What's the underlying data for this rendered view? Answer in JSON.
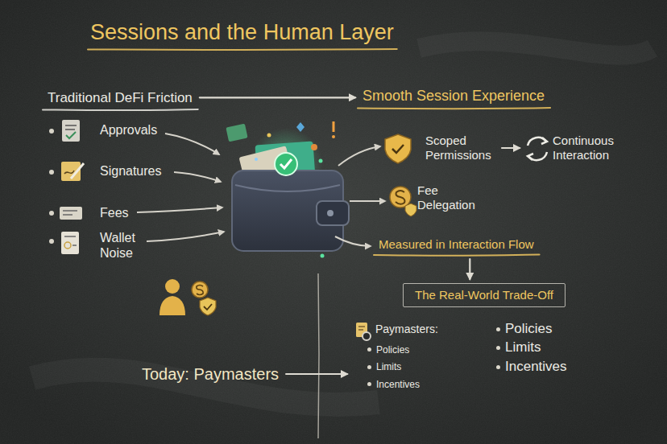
{
  "diagram": {
    "title": "Sessions and the Human Layer",
    "nodes": [
      {
        "text": [
          "Traditional DeFi Friction"
        ]
      },
      {
        "text": [
          "Smooth Session Experience"
        ]
      },
      {
        "text": [
          "Scoped Permissions"
        ]
      },
      {
        "text": [
          "Continuous Interaction"
        ]
      },
      {
        "text": [
          "Measured in Interaction Flow"
        ]
      },
      {
        "text": [
          "The Real-World Trade-Off"
        ]
      },
      {
        "text": [
          "Today: Paymasters"
        ]
      },
      {
        "text": [
          "Paymasters:",
          "Policies",
          "Limits",
          "Incentives"
        ]
      }
    ],
    "edges": [
      {
        "from": 0,
        "to": 1,
        "arrow": "to"
      },
      {
        "from": 2,
        "to": 3,
        "arrow": "to"
      },
      {
        "from": 4,
        "to": 5,
        "arrow": "to"
      },
      {
        "from": 6,
        "to": 7,
        "arrow": "to"
      }
    ],
    "labels": [
      "Approvals",
      "Signatures",
      "Fees",
      "Wallet Noise",
      "Fee Delegation",
      "Policies",
      "Limits",
      "Incentives"
    ]
  }
}
